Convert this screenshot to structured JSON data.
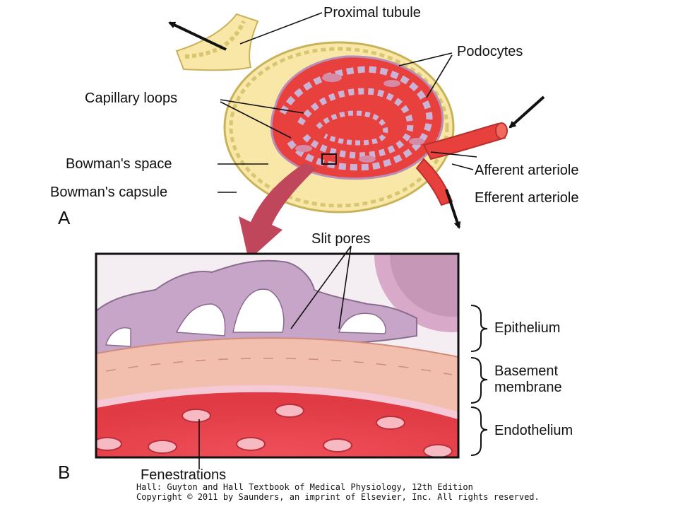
{
  "panel_a": {
    "letter": "A",
    "labels": {
      "proximal_tubule": "Proximal tubule",
      "podocytes": "Podocytes",
      "capillary_loops": "Capillary loops",
      "bowmans_space": "Bowman's space",
      "bowmans_capsule": "Bowman's capsule",
      "afferent_arteriole": "Afferent arteriole",
      "efferent_arteriole": "Efferent arteriole"
    }
  },
  "panel_b": {
    "letter": "B",
    "labels": {
      "slit_pores": "Slit pores",
      "epithelium": "Epithelium",
      "basement_membrane_line1": "Basement",
      "basement_membrane_line2": "membrane",
      "endothelium": "Endothelium",
      "fenestrations": "Fenestrations"
    }
  },
  "credit": {
    "line1": "Hall: Guyton and Hall Textbook of Medical Physiology, 12th Edition",
    "line2": "Copyright © 2011 by Saunders, an imprint of Elsevier, Inc. All rights reserved."
  },
  "colors": {
    "capsule_fill": "#f9e7a8",
    "capsule_edge": "#c9b35a",
    "capillary_red": "#e8413d",
    "podocyte_lavender": "#b9a6c9",
    "basement_pink": "#f2bfae",
    "endothelium_red": "#e9434a",
    "pointer_arrow": "#c0475b"
  }
}
